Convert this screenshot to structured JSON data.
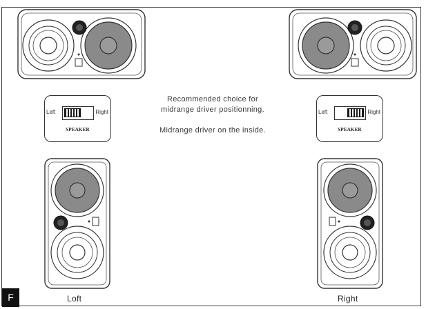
{
  "note": {
    "line1": "Recommended choice for",
    "line2": "midrange driver positionning.",
    "line3": "Midrange driver on the inside."
  },
  "captions": {
    "left": "Loft",
    "right": "Right"
  },
  "figure_label": "F",
  "left_switch": {
    "left_label": "Left",
    "right_label": "Right",
    "title": "SPEAKER"
  },
  "right_switch": {
    "left_label": "Left",
    "right_label": "Right",
    "title": "SPEAKER"
  },
  "colors": {
    "outline": "#333333",
    "woofer_fill": "#8a8a8a",
    "tweeter_dot": "#222222"
  }
}
